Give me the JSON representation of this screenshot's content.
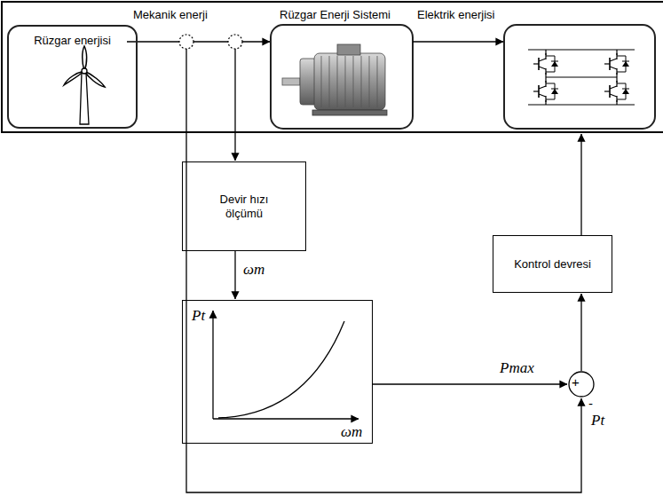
{
  "diagram": {
    "nodes": [
      {
        "text": [
          "Rüzgar Enerji Sistemi"
        ]
      },
      {
        "text": [
          "Rüzgar enerjisi"
        ],
        "in": 0
      },
      {
        "text": [
          "Devir hızı ölçümü"
        ]
      },
      {
        "text": [
          "Pt",
          "ωm"
        ]
      },
      {
        "text": [
          "Kontrol devresi"
        ]
      },
      {
        "text": [
          "+",
          "-"
        ]
      }
    ],
    "edges": [
      {
        "from": 2,
        "to": 3,
        "label": "ωm",
        "arrow": "to"
      },
      {
        "from": 3,
        "to": 5,
        "label": "Pmax",
        "arrow": "to"
      },
      {
        "from": 5,
        "to": 4,
        "arrow": "to"
      }
    ],
    "labels": [
      "Mekanik enerji",
      "Elektrik enerjisi",
      "Pt"
    ]
  }
}
